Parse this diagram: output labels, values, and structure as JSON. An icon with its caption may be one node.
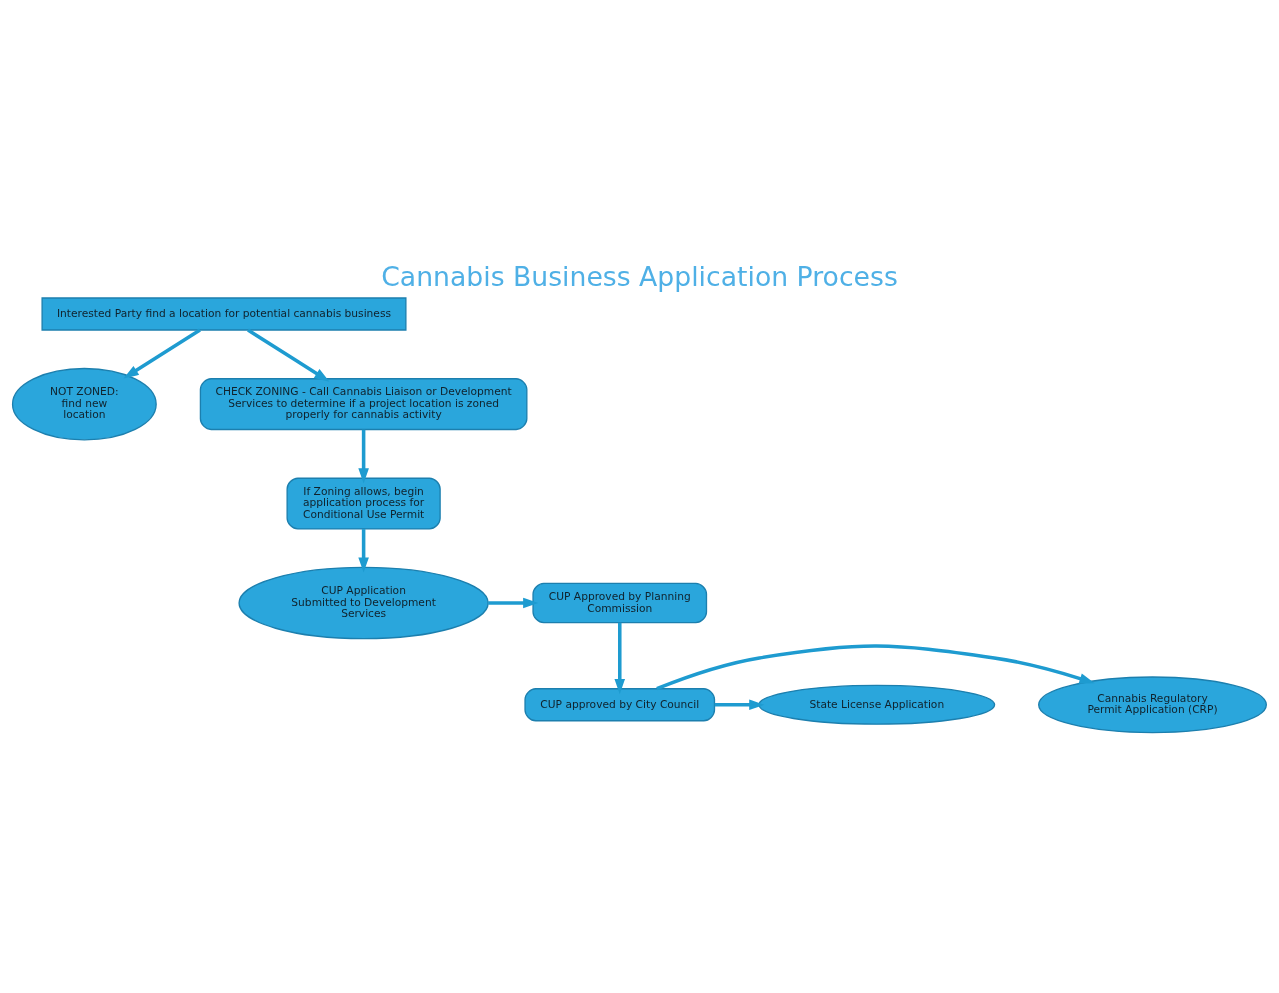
{
  "diagram": {
    "title": "Cannabis Business Application Process",
    "nodes": [
      {
        "text": [
          "Interested Party find a location for potential cannabis business"
        ]
      },
      {
        "text": [
          "NOT ZONED: find new location"
        ]
      },
      {
        "text": [
          "CHECK ZONING - Call Cannabis Liaison or Development Services to determine if a project location is zoned properly for cannabis activity"
        ]
      },
      {
        "text": [
          "If Zoning allows, begin application process for Conditional Use Permit"
        ]
      },
      {
        "text": [
          "CUP Application Submitted to Development Services"
        ]
      },
      {
        "text": [
          "CUP Approved by Planning Commission"
        ]
      },
      {
        "text": [
          "CUP approved by City Council"
        ]
      },
      {
        "text": [
          "Cannabis Regulatory Permit Application (CRP)"
        ]
      },
      {
        "text": [
          "State License Application"
        ]
      }
    ],
    "edges": [
      {
        "from": 0,
        "to": 1,
        "arrow": "to"
      },
      {
        "from": 0,
        "to": 2,
        "arrow": "to"
      },
      {
        "from": 2,
        "to": 3,
        "arrow": "to"
      },
      {
        "from": 3,
        "to": 4,
        "arrow": "to"
      },
      {
        "from": 4,
        "to": 5,
        "arrow": "to"
      },
      {
        "from": 5,
        "to": 6,
        "arrow": "to"
      },
      {
        "from": 6,
        "to": 7,
        "arrow": "to"
      },
      {
        "from": 6,
        "to": 8,
        "arrow": "to"
      }
    ]
  }
}
